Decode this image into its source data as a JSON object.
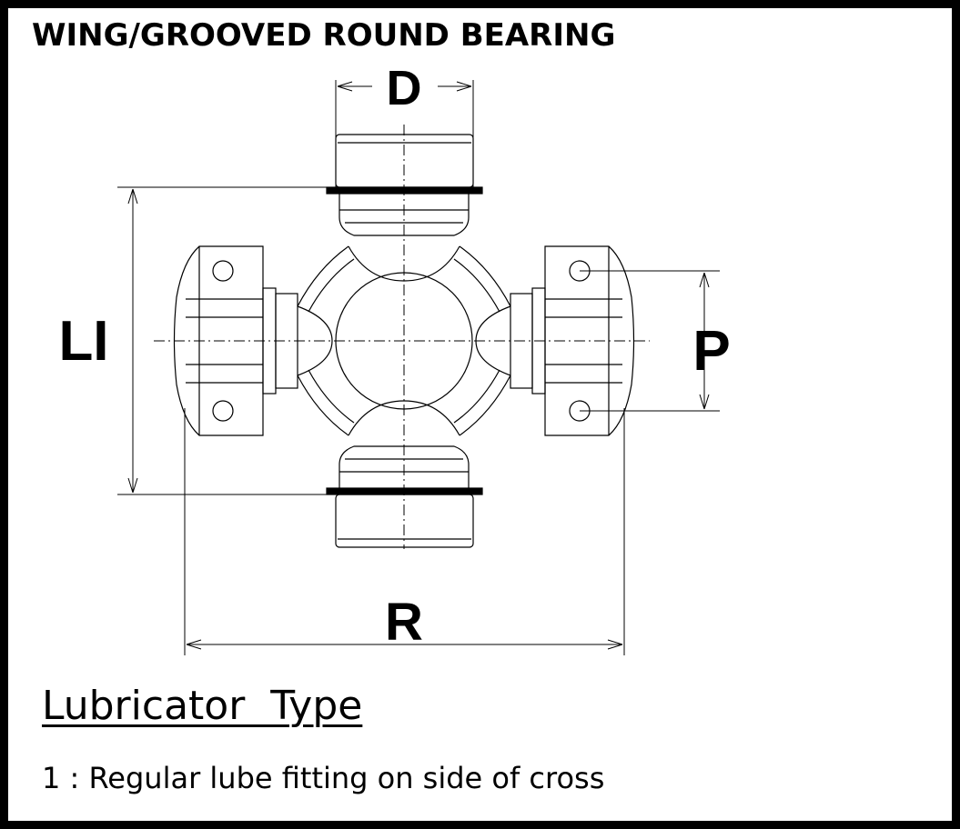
{
  "title": "WING/GROOVED ROUND BEARING",
  "dimensions": {
    "d": "D",
    "li": "LI",
    "p": "P",
    "r": "R"
  },
  "lubricator": {
    "heading": "Lubricator  Type",
    "items": [
      "1 : Regular lube fitting on side of cross"
    ]
  },
  "colors": {
    "border": "#000000",
    "background": "#ffffff",
    "ink": "#000000"
  }
}
